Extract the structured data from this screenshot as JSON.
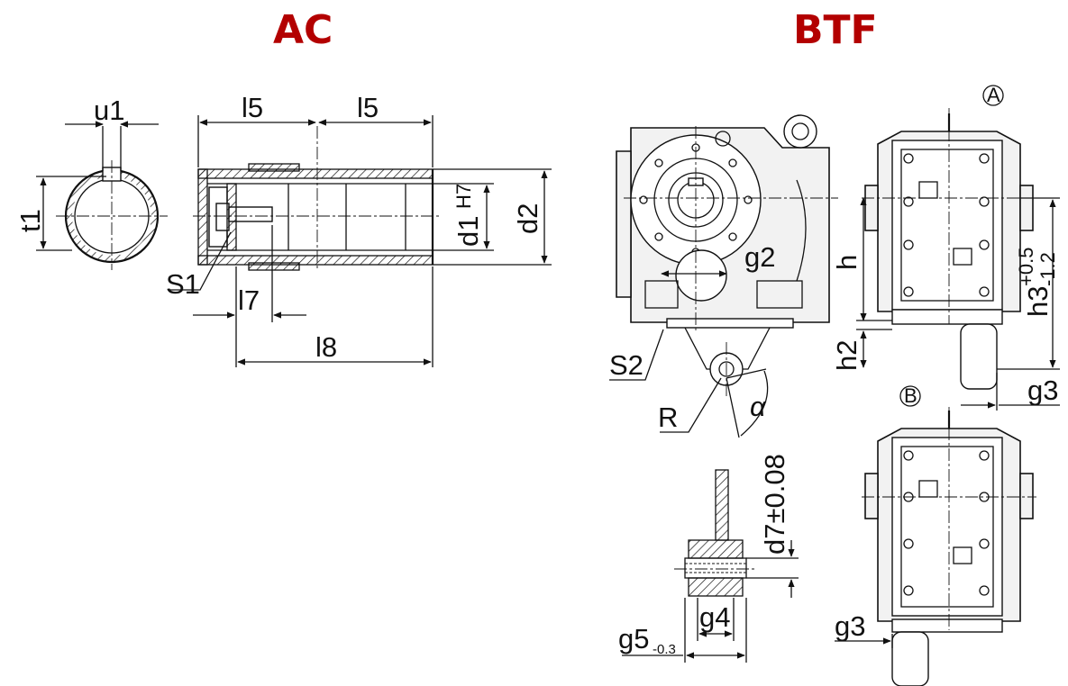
{
  "titles": {
    "left": "AC",
    "right": "BTF"
  },
  "labels": {
    "u1": "u1",
    "t1": "t1",
    "l5_a": "l5",
    "l5_b": "l5",
    "d1": "d1",
    "d1_tol": "H7",
    "d2": "d2",
    "S1": "S1",
    "l7": "l7",
    "l8": "l8",
    "g2": "g2",
    "h": "h",
    "h3": "h3",
    "h3_tol_upper": "+0.5",
    "h3_tol_lower": "-1.2",
    "h2": "h2",
    "g3_a": "g3",
    "S2": "S2",
    "R": "R",
    "alpha": "α",
    "view_a": "A",
    "view_b": "B",
    "d7": "d7±0.08",
    "g4": "g4",
    "g5": "g5",
    "g5_tol": "-0.3",
    "g3_b": "g3"
  },
  "colors": {
    "title": "#b30000",
    "line": "#111111"
  }
}
